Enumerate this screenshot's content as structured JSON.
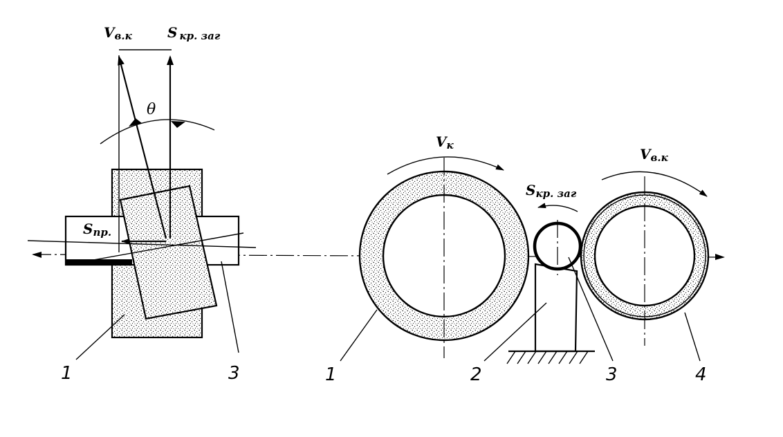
{
  "left_view": {
    "vector_workpiece_wheel": {
      "main": "V",
      "sub": "в.к"
    },
    "vector_workpiece_rotation": {
      "main": "S",
      "sub": "кр. заг"
    },
    "angle": "θ",
    "feed": {
      "main": "S",
      "sub": "пр."
    },
    "callouts": [
      "1",
      "3"
    ]
  },
  "right_view": {
    "wheel_speed": {
      "main": "V",
      "sub": "к"
    },
    "workpiece_rotation": {
      "main": "S",
      "sub": "кр. заг"
    },
    "regulating_wheel_speed": {
      "main": "V",
      "sub": "в.к"
    },
    "callouts": [
      "1",
      "2",
      "3",
      "4"
    ]
  },
  "colors": {
    "line": "#000000",
    "abrasive_fill": "#d9d9d9",
    "background": "#ffffff"
  }
}
